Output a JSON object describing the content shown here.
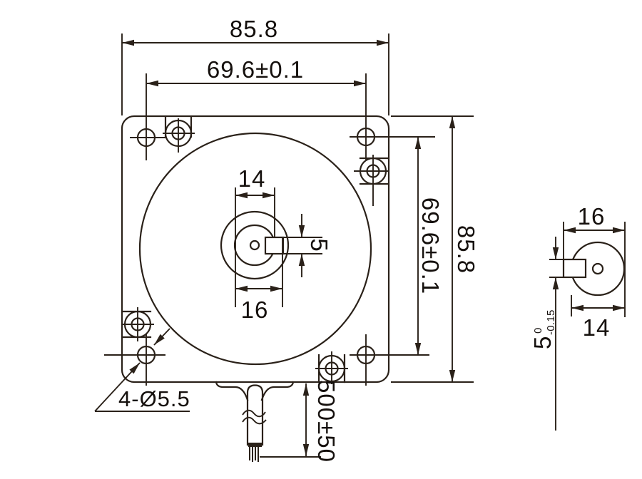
{
  "colors": {
    "background": "#ffffff",
    "line": "#2a2119",
    "text": "#15100d"
  },
  "front_view": {
    "overall_width": "85.8",
    "mount_hole_spacing_h": "69.6±0.1",
    "mount_hole_spacing_v": "69.6±0.1",
    "overall_height": "85.8",
    "pilot_dim_top": "14",
    "pilot_dim_bottom": "16",
    "key_width": "5",
    "mount_holes_callout": "4-Ø5.5",
    "cable_length": "500±50"
  },
  "side_view": {
    "shaft_total_width": "16",
    "shaft_diameter": "14",
    "key_dim": "5",
    "key_tol_upper": "0",
    "key_tol_lower": "-0.15"
  }
}
